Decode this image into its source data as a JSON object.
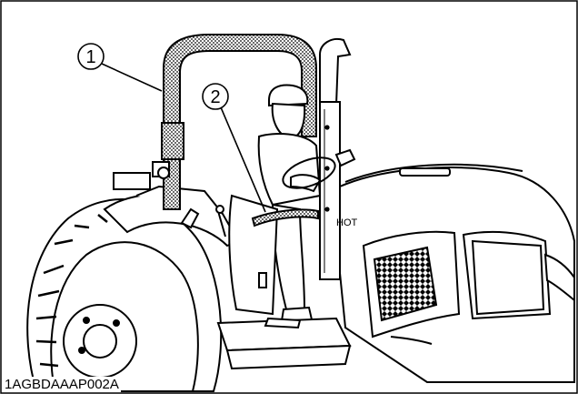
{
  "figure": {
    "image_id_label": "1AGBDAAAP002A",
    "callouts": [
      {
        "number": "1",
        "target": "rops-frame"
      },
      {
        "number": "2",
        "target": "seat-belt"
      }
    ],
    "hot_label": "HOT"
  }
}
